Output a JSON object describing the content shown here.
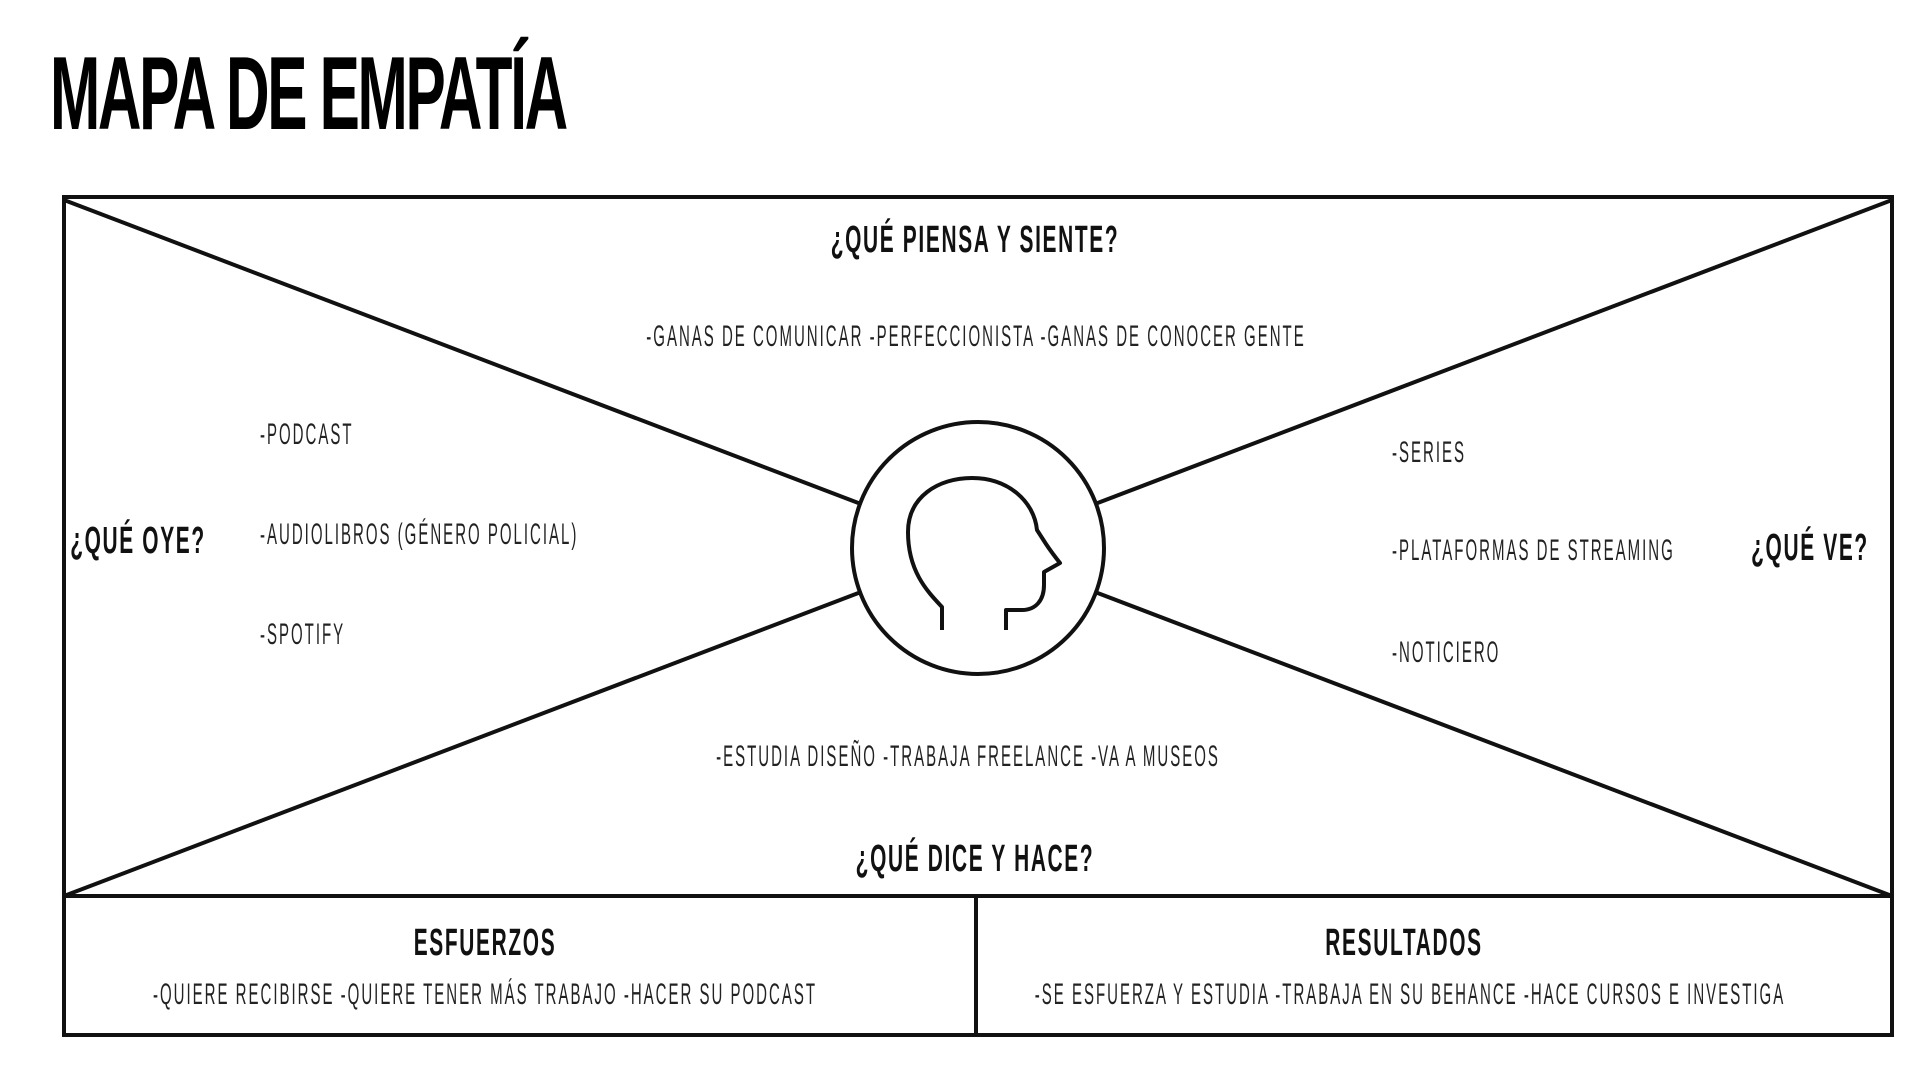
{
  "title": "MAPA DE EMPATÍA",
  "sections": {
    "thinks_feels": {
      "heading": "¿QUÉ PIENSA Y SIENTE?",
      "items": [
        "-GANAS DE COMUNICAR -PERFECCIONISTA -GANAS DE CONOCER GENTE"
      ]
    },
    "hears": {
      "heading": "¿QUÉ OYE?",
      "items": [
        "-PODCAST",
        "-AUDIOLIBROS (GÉNERO POLICIAL)",
        "-SPOTIFY"
      ]
    },
    "sees": {
      "heading": "¿QUÉ VE?",
      "items": [
        "-SERIES",
        "-PLATAFORMAS DE STREAMING",
        "-NOTICIERO"
      ]
    },
    "says_does": {
      "heading": "¿QUÉ DICE Y HACE?",
      "items": [
        "-ESTUDIA DISEÑO   -TRABAJA FREELANCE   -VA A MUSEOS"
      ]
    },
    "efforts": {
      "heading": "ESFUERZOS",
      "items": [
        "-QUIERE RECIBIRSE   -QUIERE TENER MÁS TRABAJO   -HACER SU PODCAST"
      ]
    },
    "results": {
      "heading": "RESULTADOS",
      "items": [
        "-SE ESFUERZA Y ESTUDIA   -TRABAJA EN SU BEHANCE   -HACE CURSOS E INVESTIGA"
      ]
    }
  },
  "center_icon": "head-profile-icon",
  "colors": {
    "line": "#111111",
    "background": "#ffffff"
  }
}
